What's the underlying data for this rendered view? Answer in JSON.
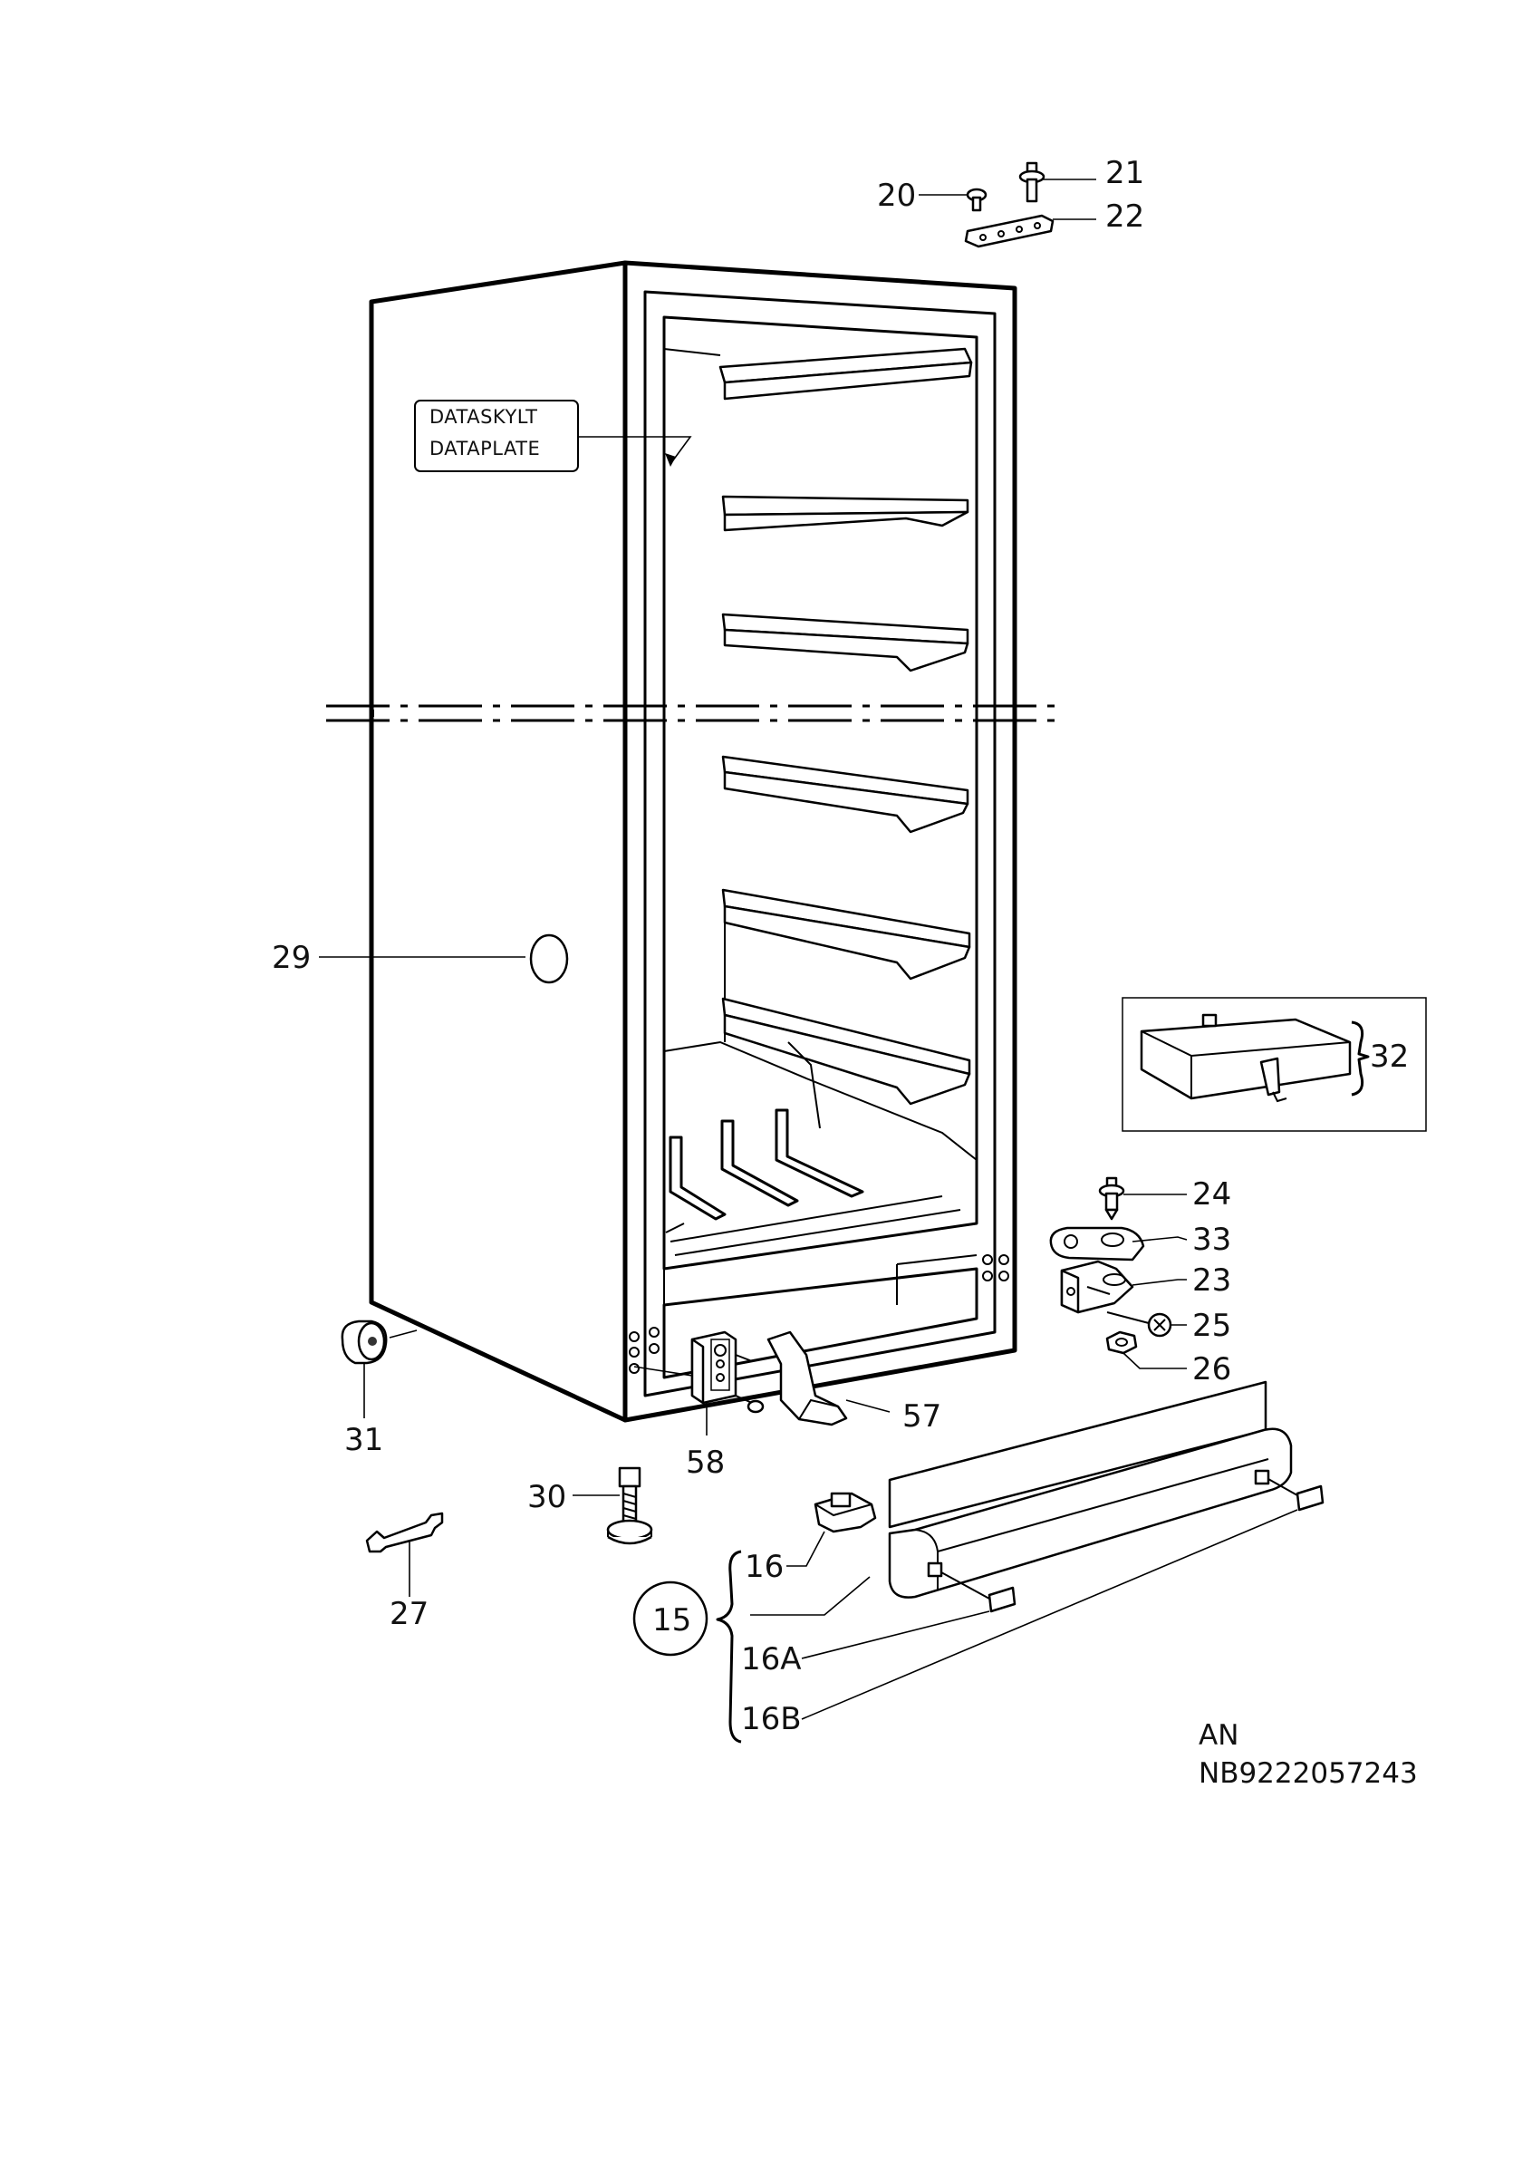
{
  "labels": {
    "p20": "20",
    "p21": "21",
    "p22": "22",
    "p23": "23",
    "p24": "24",
    "p25": "25",
    "p26": "26",
    "p27": "27",
    "p29": "29",
    "p30": "30",
    "p31": "31",
    "p32": "32",
    "p33": "33",
    "p57": "57",
    "p58": "58",
    "p15": "15",
    "p16": "16",
    "p16a": "16A",
    "p16b": "16B"
  },
  "data_plate": {
    "line1": "DATASKYLT",
    "line2": "DATAPLATE"
  },
  "reference": {
    "line1": "AN",
    "line2": "NB9222057243"
  }
}
